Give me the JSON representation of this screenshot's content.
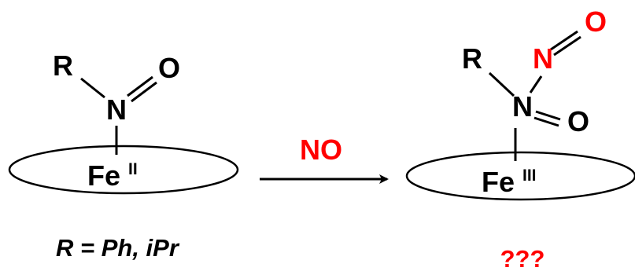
{
  "colors": {
    "black": "#000000",
    "red": "#ff0000"
  },
  "reactant": {
    "r_label": "R",
    "n_label": "N",
    "o_label": "O",
    "fe_label": "Fe",
    "fe_ox": "II"
  },
  "reagent": {
    "label": "NO"
  },
  "product": {
    "r_label": "R",
    "n_label": "N",
    "o_label": "O",
    "nitroso_n_label": "N",
    "nitroso_o_label": "O",
    "fe_label": "Fe",
    "fe_ox": "III"
  },
  "footnote": "R = Ph, iPr",
  "question": "???"
}
